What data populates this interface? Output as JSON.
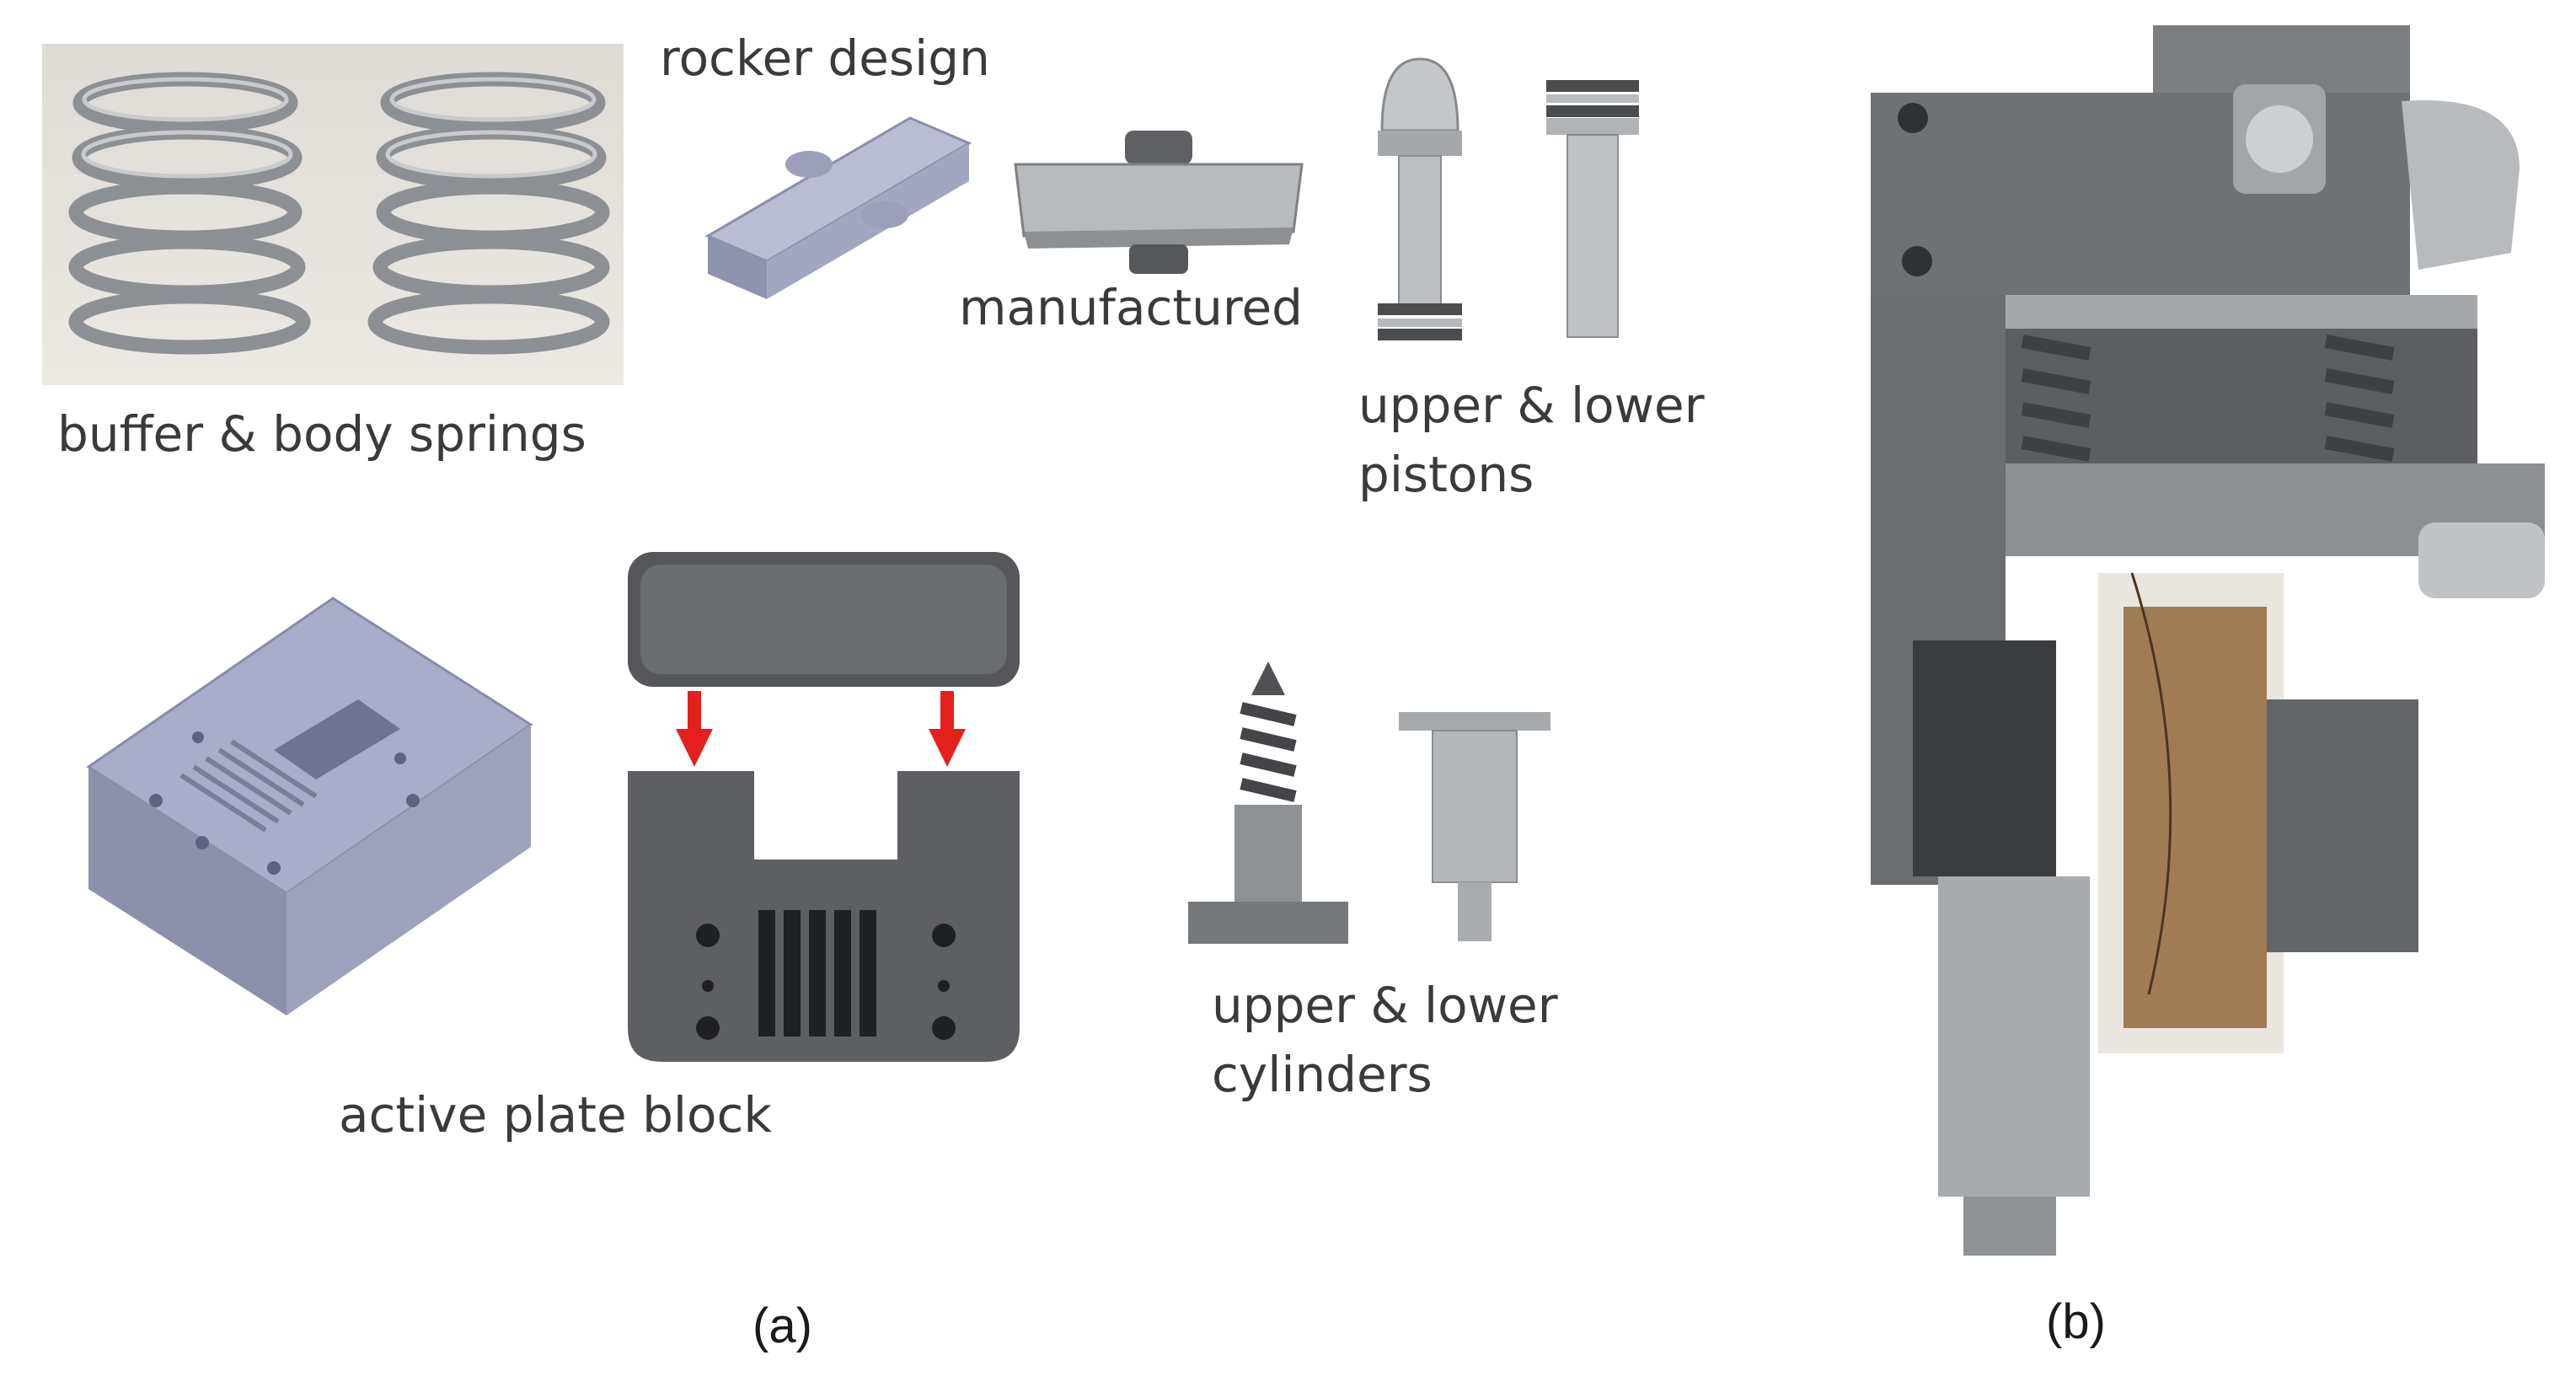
{
  "labels": {
    "springs": "buffer & body springs",
    "rocker_design": "rocker design",
    "manufactured": "manufactured",
    "pistons_l1": "upper & lower",
    "pistons_l2": "pistons",
    "active_plate_block": "active plate block",
    "cylinders_l1": "upper & lower",
    "cylinders_l2": "cylinders"
  },
  "captions": {
    "a": "(a)",
    "b": "(b)"
  },
  "colors": {
    "arrow_red": "#e3201b",
    "metal_light": "#b8bcc0",
    "metal_dark": "#55575a",
    "cad_blue": "#a9acc8",
    "coil_brown": "#a07c55"
  }
}
